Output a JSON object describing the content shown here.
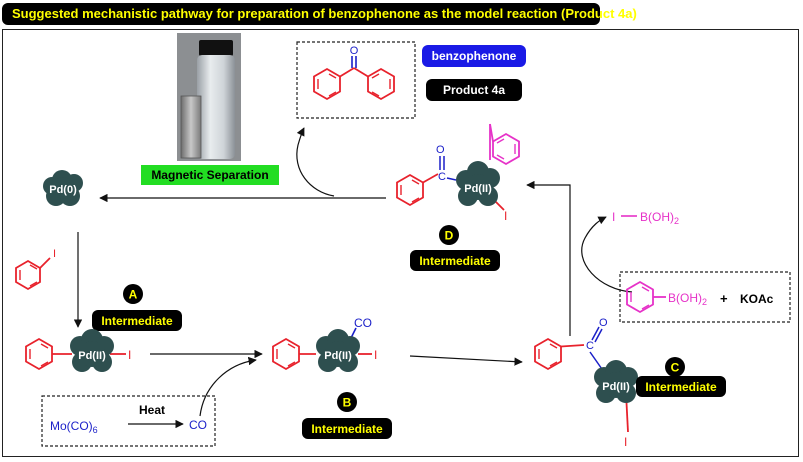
{
  "title": "Suggested mechanistic pathway for preparation of benzophenone as the model reaction (Product 4a)",
  "labels": {
    "benzophenone": "benzophenone",
    "product": "Product 4a",
    "magnetic_separation": "Magnetic Separation",
    "pd0": "Pd(0)",
    "pd2": "Pd(II)",
    "intermediate": "Intermediate",
    "step_a": "A",
    "step_b": "B",
    "step_c": "C",
    "step_d": "D",
    "co": "CO",
    "heat": "Heat",
    "mo_co6": "Mo(CO)",
    "mo_sub": "6",
    "iodine": "I",
    "oxygen": "O",
    "carbon": "C",
    "boronic_acid": "B(OH)",
    "boronic_sub": "2",
    "plus": "+",
    "koac": "KOAc"
  },
  "colors": {
    "title_bg": "#000000",
    "title_fg": "#ffff00",
    "aryl_red": "#e8222c",
    "aryl_magenta": "#e632c8",
    "carbonyl_blue": "#1a1fc8",
    "pd_cluster": "#2e4f4f",
    "badge_black": "#000000",
    "badge_yellow": "#ffff00",
    "green_label": "#22dd22",
    "blue_label": "#1a1ae6"
  }
}
